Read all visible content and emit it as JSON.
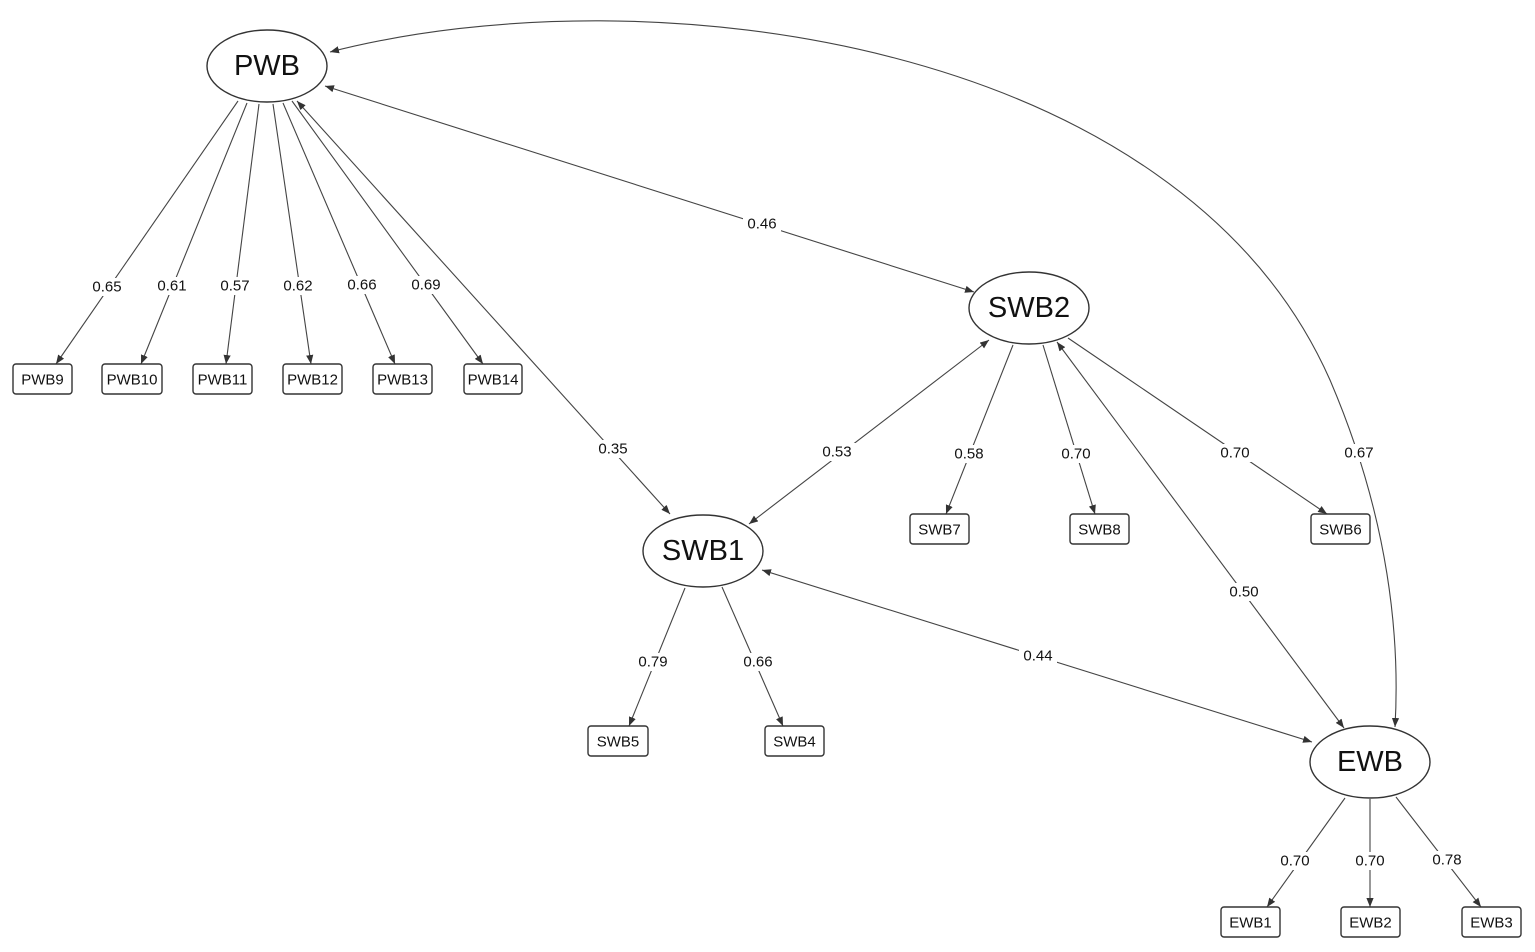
{
  "latents": [
    {
      "id": "PWB",
      "label": "PWB"
    },
    {
      "id": "SWB2",
      "label": "SWB2"
    },
    {
      "id": "SWB1",
      "label": "SWB1"
    },
    {
      "id": "EWB",
      "label": "EWB"
    }
  ],
  "indicators": [
    {
      "id": "PWB9",
      "label": "PWB9"
    },
    {
      "id": "PWB10",
      "label": "PWB10"
    },
    {
      "id": "PWB11",
      "label": "PWB11"
    },
    {
      "id": "PWB12",
      "label": "PWB12"
    },
    {
      "id": "PWB13",
      "label": "PWB13"
    },
    {
      "id": "PWB14",
      "label": "PWB14"
    },
    {
      "id": "SWB7",
      "label": "SWB7"
    },
    {
      "id": "SWB8",
      "label": "SWB8"
    },
    {
      "id": "SWB6",
      "label": "SWB6"
    },
    {
      "id": "SWB5",
      "label": "SWB5"
    },
    {
      "id": "SWB4",
      "label": "SWB4"
    },
    {
      "id": "EWB1",
      "label": "EWB1"
    },
    {
      "id": "EWB2",
      "label": "EWB2"
    },
    {
      "id": "EWB3",
      "label": "EWB3"
    }
  ],
  "loadings": [
    {
      "from": "PWB",
      "to": "PWB9",
      "value": "0.65"
    },
    {
      "from": "PWB",
      "to": "PWB10",
      "value": "0.61"
    },
    {
      "from": "PWB",
      "to": "PWB11",
      "value": "0.57"
    },
    {
      "from": "PWB",
      "to": "PWB12",
      "value": "0.62"
    },
    {
      "from": "PWB",
      "to": "PWB13",
      "value": "0.66"
    },
    {
      "from": "PWB",
      "to": "PWB14",
      "value": "0.69"
    },
    {
      "from": "SWB2",
      "to": "SWB7",
      "value": "0.58"
    },
    {
      "from": "SWB2",
      "to": "SWB8",
      "value": "0.70"
    },
    {
      "from": "SWB2",
      "to": "SWB6",
      "value": "0.70"
    },
    {
      "from": "SWB1",
      "to": "SWB5",
      "value": "0.79"
    },
    {
      "from": "SWB1",
      "to": "SWB4",
      "value": "0.66"
    },
    {
      "from": "EWB",
      "to": "EWB1",
      "value": "0.70"
    },
    {
      "from": "EWB",
      "to": "EWB2",
      "value": "0.70"
    },
    {
      "from": "EWB",
      "to": "EWB3",
      "value": "0.78"
    }
  ],
  "correlations": [
    {
      "a": "PWB",
      "b": "SWB2",
      "value": "0.46"
    },
    {
      "a": "PWB",
      "b": "SWB1",
      "value": "0.35"
    },
    {
      "a": "PWB",
      "b": "EWB",
      "value": "0.67"
    },
    {
      "a": "SWB1",
      "b": "SWB2",
      "value": "0.53"
    },
    {
      "a": "SWB2",
      "b": "EWB",
      "value": "0.50"
    },
    {
      "a": "SWB1",
      "b": "EWB",
      "value": "0.44"
    }
  ]
}
